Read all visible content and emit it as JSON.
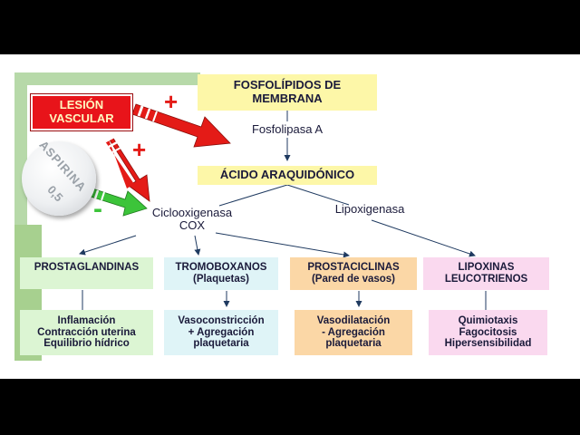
{
  "top_box": {
    "line1": "FOSFOLÍPIDOS DE",
    "line2": "MEMBRANA"
  },
  "lesion": {
    "line1": "LESIÓN",
    "line2": "VASCULAR"
  },
  "signs": {
    "plus": "+",
    "minus": "-"
  },
  "pill": {
    "brand": "ASPIRINA",
    "dose": "0,5"
  },
  "enzymes": {
    "fosfolipasa": "Fosfolipasa A",
    "ciclo_line1": "Ciclooxigenasa",
    "ciclo_line2": "COX",
    "lipo": "Lipoxigenasa"
  },
  "acido": "ÁCIDO ARAQUIDÓNICO",
  "categories": [
    {
      "line1": "PROSTAGLANDINAS",
      "line2": ""
    },
    {
      "line1": "TROMOBOXANOS",
      "line2": "(Plaquetas)"
    },
    {
      "line1": "PROSTACICLINAS",
      "line2": "(Pared de vasos)"
    },
    {
      "line1": "LIPOXINAS",
      "line2": "LEUCOTRIENOS"
    }
  ],
  "effects": [
    {
      "line1": "Inflamación",
      "line2": "Contracción uterina",
      "line3": "Equilibrio hídrico"
    },
    {
      "line1": "Vasoconstricción",
      "line2": "+ Agregación",
      "line3": "plaquetaria"
    },
    {
      "line1": "Vasodilatación",
      "line2": "- Agregación",
      "line3": "plaquetaria"
    },
    {
      "line1": "Quimiotaxis",
      "line2": "Fagocitosis",
      "line3": "Hipersensibilidad"
    }
  ],
  "colors": {
    "yellow": "#fdf7a8",
    "red_box": "#e8141a",
    "green_box": "#dcf5d3",
    "cyan_box": "#dff4f7",
    "orange_box": "#fbd7a6",
    "pink_box": "#fad9ef",
    "red_arrow": "#e41b17",
    "green_arrow": "#3cc43a"
  }
}
